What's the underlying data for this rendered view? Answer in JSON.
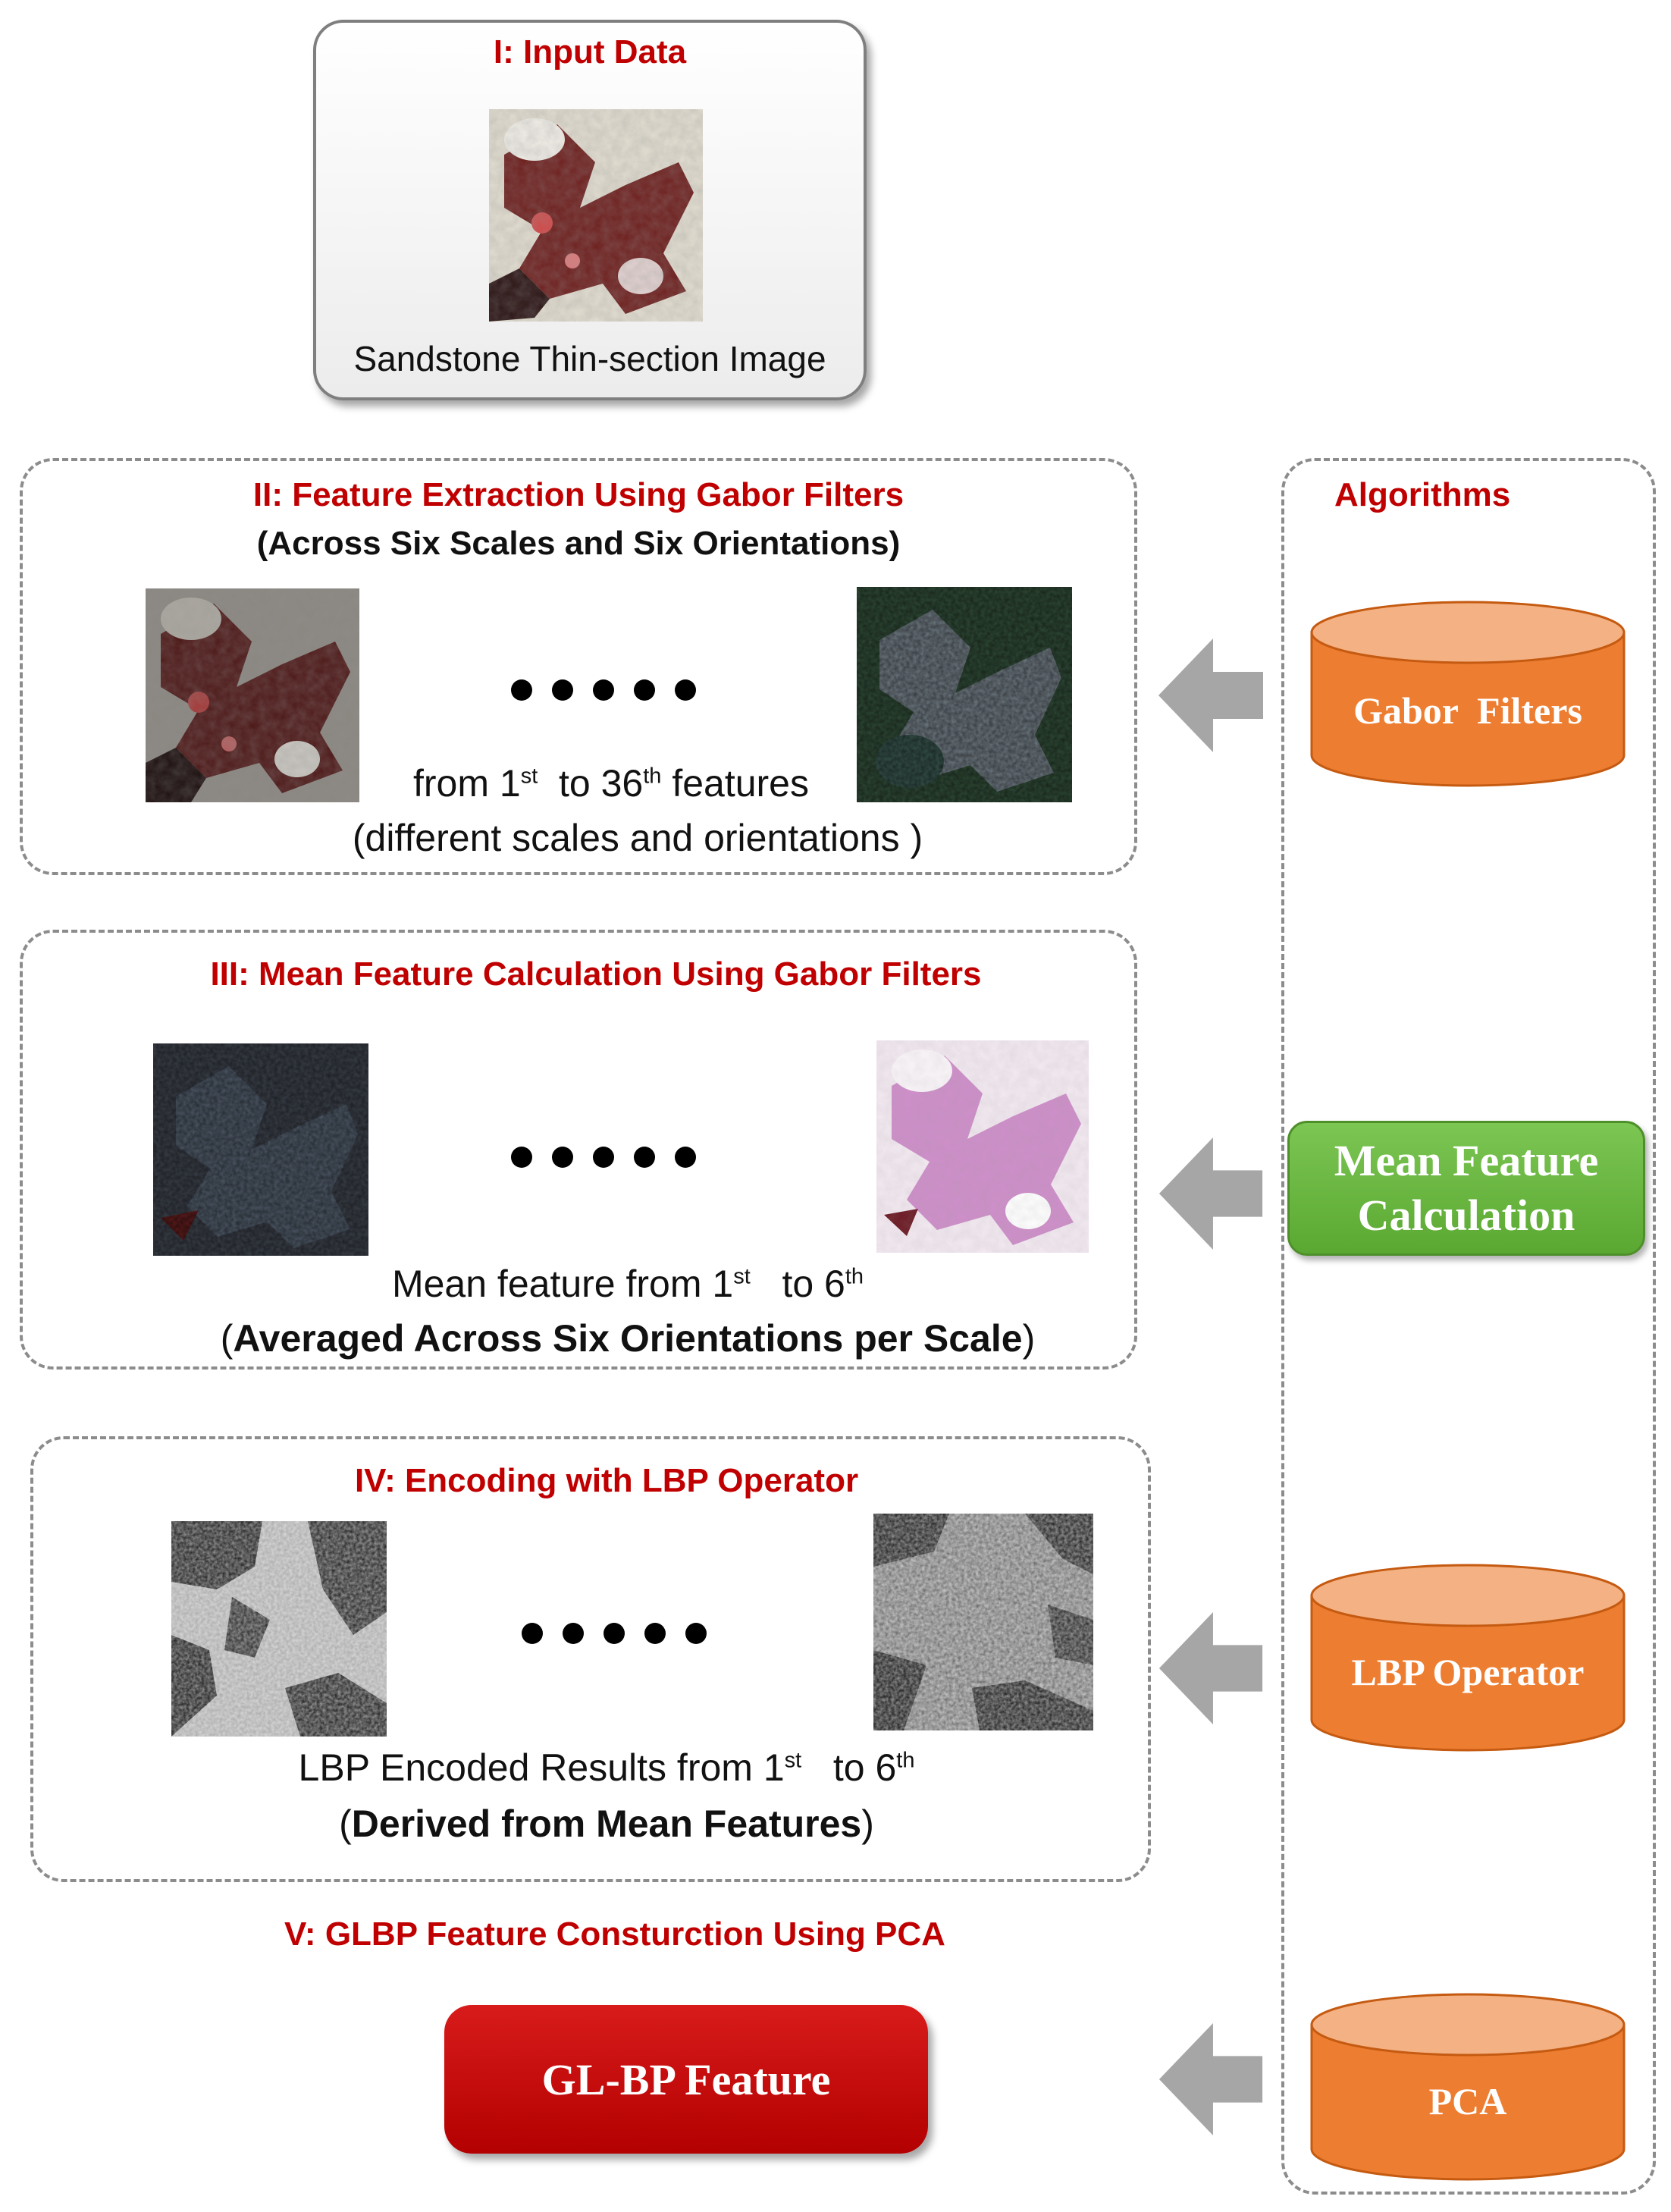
{
  "colors": {
    "title_red": "#c00000",
    "cylinder_orange": "#ed7d31",
    "cylinder_top": "#f4b183",
    "mean_green": "#6ab841",
    "output_red": "#c00000",
    "arrow_gray": "#a6a6a6"
  },
  "input": {
    "title": "I: Input Data",
    "caption": "Sandstone Thin-section Image"
  },
  "stage2": {
    "title": "II: Feature Extraction Using Gabor Filters",
    "subtitle": "(Across Six Scales and Six Orientations)",
    "line1_a": "from 1",
    "line1_sup1": "st",
    "line1_b": "  to 36",
    "line1_sup2": "th",
    "line1_c": " features",
    "line2": "(different scales and orientations )"
  },
  "stage3": {
    "title": "III: Mean Feature Calculation Using Gabor Filters",
    "line1_a": "Mean feature from 1",
    "line1_sup1": "st",
    "line1_b": "   to 6",
    "line1_sup2": "th",
    "line2_a": "(",
    "line2_bold": "Averaged Across Six Orientations per Scale",
    "line2_c": ")"
  },
  "stage4": {
    "title": "IV: Encoding with LBP Operator",
    "line1_a": "LBP Encoded Results from 1",
    "line1_sup1": "st",
    "line1_b": "   to 6",
    "line1_sup2": "th",
    "line2_a": "(",
    "line2_bold": "Derived from Mean Features",
    "line2_c": ")"
  },
  "stage5": {
    "title": "V: GLBP Feature Consturction Using PCA",
    "output_label": "GL-BP Feature"
  },
  "algorithms": {
    "title": "Algorithms",
    "gabor": "Gabor  Filters",
    "mean_line1": "Mean Feature",
    "mean_line2": "Calculation",
    "lbp": "LBP Operator",
    "pca": "PCA"
  }
}
